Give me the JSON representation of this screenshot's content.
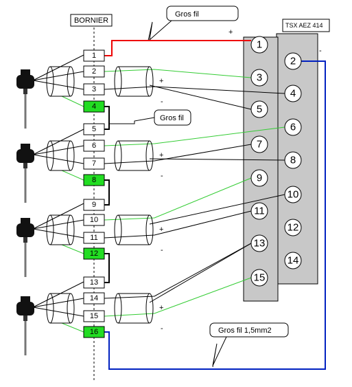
{
  "bornier_title": "BORNIER",
  "module_title": "TSX AEZ 414",
  "callouts": {
    "top": "Gros fil",
    "middle": "Gros fil",
    "bottom": "Gros fil 1,5mm2"
  },
  "terminals": [
    "1",
    "2",
    "3",
    "4",
    "5",
    "6",
    "7",
    "8",
    "9",
    "10",
    "11",
    "12",
    "13",
    "14",
    "15",
    "16"
  ],
  "ground_terminals": [
    "4",
    "8",
    "12",
    "16"
  ],
  "left_rail_inputs": [
    "1",
    "3",
    "5",
    "7",
    "9",
    "11",
    "13",
    "15"
  ],
  "right_rail_inputs": [
    "2",
    "4",
    "6",
    "8",
    "10",
    "12",
    "14"
  ],
  "signs": {
    "plus": "+",
    "minus": "-"
  },
  "colors": {
    "ground_green": "#22dd22",
    "wire_red": "#ee0000",
    "wire_blue": "#0020c0",
    "wire_green": "#33cc33",
    "module_grey": "#c8c8c8"
  }
}
